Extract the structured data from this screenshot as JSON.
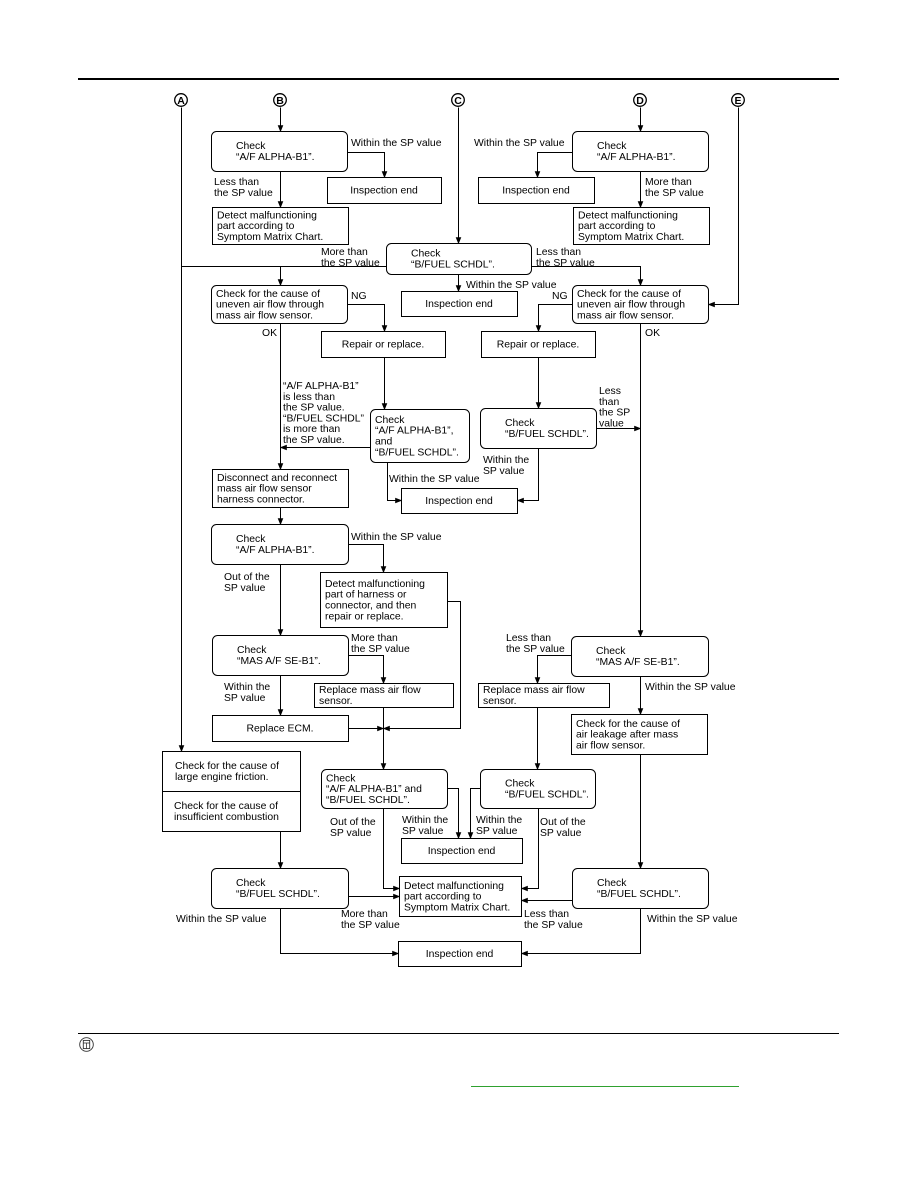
{
  "connectors": [
    "A",
    "B",
    "C",
    "D",
    "E"
  ],
  "boxes": {
    "check_af_alpha_b1_left": "Check\n“A/F ALPHA-B1”.",
    "inspection_end_1": "Inspection end",
    "detect_malf_left": "Detect malfunctioning\npart according to\nSymptom Matrix Chart.",
    "check_af_alpha_b1_right": "Check\n“A/F ALPHA-B1”.",
    "inspection_end_2": "Inspection end",
    "detect_malf_right": "Detect malfunctioning\npart according to\nSymptom Matrix Chart.",
    "check_bfuel_schdl_top": "Check\n“B/FUEL SCHDL”.",
    "inspection_end_3": "Inspection end",
    "uneven_air_left": "Check for the cause of\nuneven air flow through\nmass air flow sensor.",
    "uneven_air_right": "Check for the cause of\nuneven air flow through\nmass air flow sensor.",
    "repair_replace_left": "Repair or replace.",
    "repair_replace_right": "Repair or replace.",
    "check_alpha_and_bfuel": "Check\n“A/F ALPHA-B1”,\nand\n“B/FUEL SCHDL”.",
    "check_bfuel_mid_right": "Check\n“B/FUEL SCHDL”.",
    "inspection_end_4": "Inspection end",
    "disconnect_reconnect": "Disconnect and reconnect\nmass air flow sensor\nharness connector.",
    "check_af_alpha_b1_mid": "Check\n“A/F ALPHA-B1”.",
    "detect_harness": "Detect malfunctioning\npart of harness or\nconnector, and then\nrepair or replace.",
    "check_mas_left": "Check\n“MAS A/F SE-B1”.",
    "replace_maf_left": "Replace mass air flow\nsensor.",
    "replace_ecm": "Replace ECM.",
    "check_mas_right": "Check\n“MAS A/F SE-B1”.",
    "replace_maf_right": "Replace mass air flow\nsensor.",
    "air_leakage": "Check for the cause of\nair leakage after mass\nair flow sensor.",
    "engine_friction": "Check for the cause of\nlarge engine friction.",
    "insufficient_combustion": "Check for the cause of\ninsufficient combustion",
    "check_alpha_and_bfuel_low": "Check\n“A/F ALPHA-B1” and\n“B/FUEL SCHDL”.",
    "check_bfuel_low_right": "Check\n“B/FUEL SCHDL”.",
    "inspection_end_5": "Inspection end",
    "check_bfuel_bottom_left": "Check\n“B/FUEL SCHDL”.",
    "detect_malf_bottom": "Detect malfunctioning\npart  according to\nSymptom Matrix Chart.",
    "check_bfuel_bottom_right": "Check\n“B/FUEL SCHDL”.",
    "inspection_end_final": "Inspection end"
  },
  "labels": {
    "within_sp_1": "Within the SP value",
    "less_than_sp_1": "Less than\nthe SP value",
    "within_sp_2": "Within the SP value",
    "more_than_sp_2": "More than\nthe SP value",
    "more_than_sp_3": "More than\nthe SP value",
    "less_than_sp_3": "Less than\nthe SP value",
    "within_sp_3": "Within the SP value",
    "ng_left": "NG",
    "ng_right": "NG",
    "ok_left": "OK",
    "ok_right": "OK",
    "alpha_condition": "“A/F ALPHA-B1”\nis less than\nthe SP value.\n“B/FUEL SCHDL”\nis more than\nthe SP value.",
    "within_sp_4": "Within the SP value",
    "less_than_sp_4": "Less\nthan\nthe SP\nvalue",
    "within_sp_5": "Within the\nSP value",
    "within_sp_6": "Within the SP value",
    "out_of_sp_1": "Out of the\nSP value",
    "more_than_sp_5": "More than\nthe SP value",
    "within_sp_7": "Within the\nSP value",
    "less_than_sp_6": "Less than\nthe SP value",
    "within_sp_8": "Within the SP value",
    "out_of_sp_2": "Out of the\nSP value",
    "within_sp_9": "Within the\nSP value",
    "within_sp_10": "Within the\nSP value",
    "out_of_sp_3": "Out of the\nSP value",
    "within_sp_11": "Within the SP value",
    "more_than_sp_7": "More than\nthe SP value",
    "less_than_sp_7": "Less than\nthe SP value",
    "within_sp_12": "Within the SP value"
  },
  "footer": {
    "icon": "document-icon",
    "link_color": "#2fa12f"
  }
}
